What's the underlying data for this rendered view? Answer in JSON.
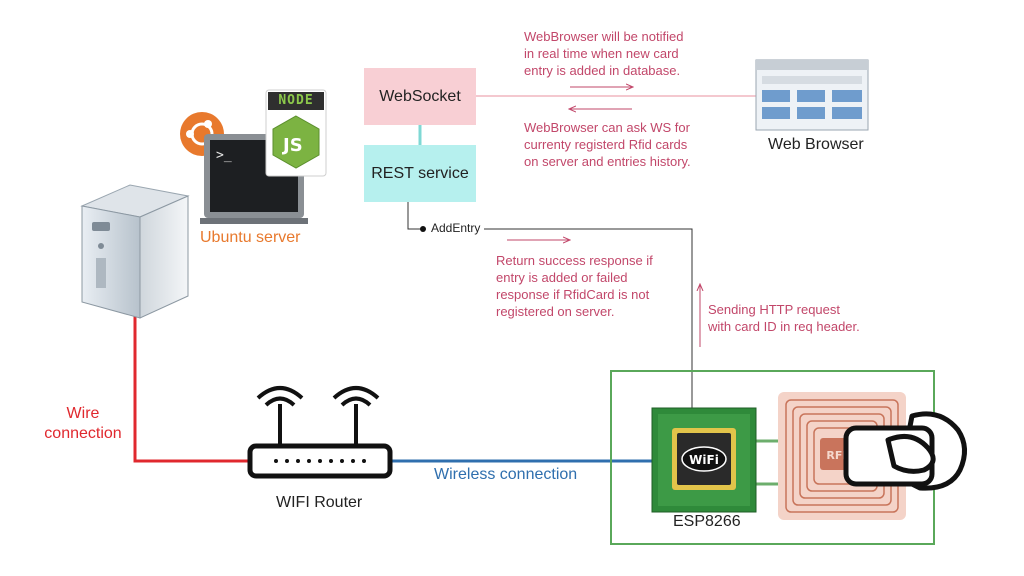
{
  "nodes": {
    "websocket": "WebSocket",
    "rest_service": "REST service",
    "web_browser": "Web Browser",
    "ubuntu_server": "Ubuntu server",
    "wifi_router": "WIFI Router",
    "esp8266": "ESP8266",
    "node_badge": "NODE",
    "wifi_chip_text": "WiFi",
    "rfid_tag_text": "RFID"
  },
  "edges": {
    "add_entry": "AddEntry",
    "wire_connection": [
      "Wire",
      "connection"
    ],
    "wireless_connection": "Wireless connection"
  },
  "notes": {
    "notify": [
      "WebBrowser will be notified",
      "in real time when new card",
      "entry is added in database."
    ],
    "ask": [
      "WebBrowser can ask WS for",
      "currenty registerd Rfid cards",
      "on server and entries history."
    ],
    "response": [
      "Return success response if",
      "entry is added or failed",
      "response if RfidCard is not",
      "registered on server."
    ],
    "http": [
      "Sending HTTP request",
      "with card ID in req header."
    ]
  },
  "colors": {
    "websocket_box": "#f8cfd4",
    "rest_box": "#b6f0ee",
    "note_text": "#c2476a",
    "wire": "#e0282e",
    "wireless": "#2f6fae",
    "ubuntu_label": "#e8792d",
    "esp_frame": "#5aa85a"
  },
  "icons": [
    "server-tower-icon",
    "ubuntu-logo-icon",
    "nodejs-logo-icon",
    "terminal-monitor-icon",
    "browser-window-icon",
    "router-icon",
    "wifi-chip-icon",
    "rfid-antenna-icon",
    "hand-card-icon"
  ]
}
